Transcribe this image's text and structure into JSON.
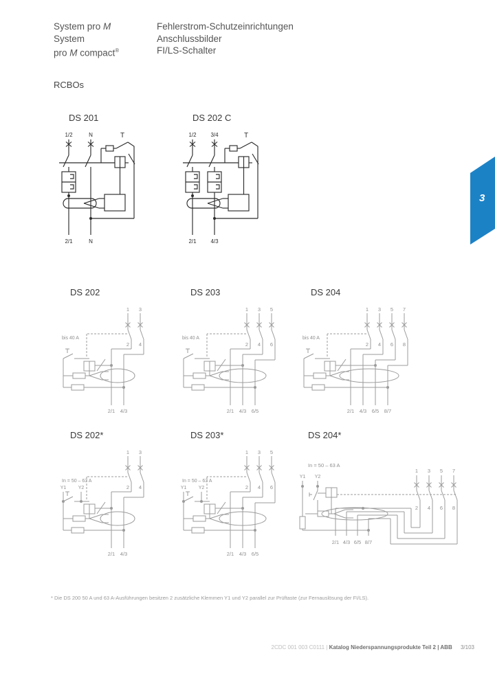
{
  "header": {
    "left": [
      [
        {
          "t": "System pro "
        },
        {
          "t": "M",
          "i": true
        }
      ],
      [
        {
          "t": "System"
        }
      ],
      [
        {
          "t": "pro "
        },
        {
          "t": "M",
          "i": true
        },
        {
          "t": " compact"
        },
        {
          "t": "®",
          "sup": true
        }
      ]
    ],
    "right": [
      [
        {
          "t": "Fehlerstrom-Schutzeinrichtungen"
        }
      ],
      [
        {
          "t": "Anschlussbilder"
        }
      ],
      [
        {
          "t": "FI/LS-Schalter"
        }
      ]
    ]
  },
  "section_title": "RCBOs",
  "tab": {
    "number": "3",
    "color": "#1c82c6"
  },
  "diagrams": [
    {
      "title": "DS 201",
      "type": "A",
      "test_label": "T",
      "top_labels": [
        "1/2",
        "N"
      ],
      "bottom_labels": [
        "2/1",
        "N"
      ],
      "blocks": [
        true,
        false
      ]
    },
    {
      "title": "DS 202 C",
      "type": "A",
      "test_label": "T",
      "top_labels": [
        "1/2",
        "3/4"
      ],
      "bottom_labels": [
        "2/1",
        "4/3"
      ],
      "blocks": [
        true,
        true
      ]
    },
    {
      "title": "DS 202",
      "type": "B",
      "rating": "bis 40 A",
      "top_labels": [
        "1",
        "3"
      ],
      "mid_labels": [
        "2",
        "4"
      ],
      "bottom_labels": [
        "2/1",
        "4/3"
      ]
    },
    {
      "title": "DS 203",
      "type": "B",
      "rating": "bis 40 A",
      "top_labels": [
        "1",
        "3",
        "5"
      ],
      "mid_labels": [
        "2",
        "4",
        "6"
      ],
      "bottom_labels": [
        "2/1",
        "4/3",
        "6/5"
      ]
    },
    {
      "title": "DS 204",
      "type": "B",
      "rating": "bis 40 A",
      "top_labels": [
        "1",
        "3",
        "5",
        "7"
      ],
      "mid_labels": [
        "2",
        "4",
        "6",
        "8"
      ],
      "bottom_labels": [
        "2/1",
        "4/3",
        "6/5",
        "8/7"
      ]
    },
    {
      "title": "DS 202*",
      "type": "B",
      "rating": "In = 50 – 63 A",
      "remote_labels": [
        "Y1",
        "Y2"
      ],
      "top_labels": [
        "1",
        "3"
      ],
      "mid_labels": [
        "2",
        "4"
      ],
      "bottom_labels": [
        "2/1",
        "4/3"
      ]
    },
    {
      "title": "DS 203*",
      "type": "B",
      "rating": "In = 50 – 63 A",
      "remote_labels": [
        "Y1",
        "Y2"
      ],
      "top_labels": [
        "1",
        "3",
        "5"
      ],
      "mid_labels": [
        "2",
        "4",
        "6"
      ],
      "bottom_labels": [
        "2/1",
        "4/3",
        "6/5"
      ]
    },
    {
      "title": "DS 204*",
      "type": "C",
      "rating": "In = 50 – 63 A",
      "remote_labels": [
        "Y1",
        "Y2"
      ],
      "top_labels": [
        "1",
        "3",
        "5",
        "7"
      ],
      "mid_labels": [
        "2",
        "4",
        "6",
        "8"
      ],
      "bottom_labels": [
        "2/1",
        "4/3",
        "6/5",
        "8/7"
      ]
    }
  ],
  "footnote": "* Die DS 200 50 A und 63 A-Ausführungen besitzen 2 zusätzliche Klemmen Y1 und Y2 parallel zur Prüftaste (zur Fernauslösung der FI/LS).",
  "footer": {
    "code": "2CDC 001 003 C0111",
    "sep": "|",
    "catalog": "Katalog Niederspannungsprodukte Teil 2 | ABB",
    "page": "3/103"
  }
}
